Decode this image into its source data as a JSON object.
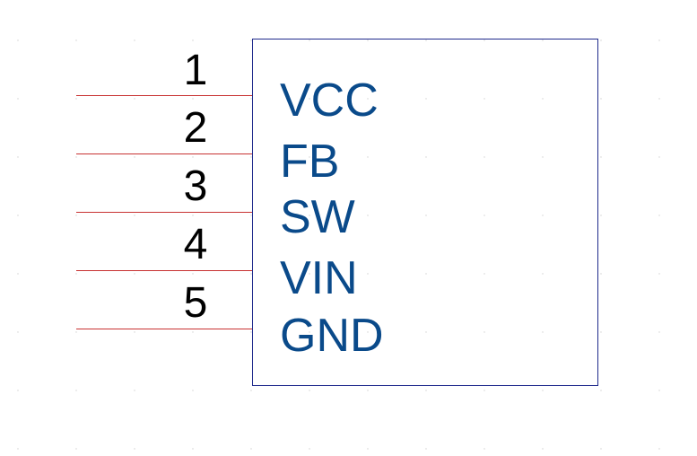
{
  "component": {
    "pins": [
      {
        "number": "1",
        "name": "VCC"
      },
      {
        "number": "2",
        "name": "FB"
      },
      {
        "number": "3",
        "name": "SW"
      },
      {
        "number": "4",
        "name": "VIN"
      },
      {
        "number": "5",
        "name": "GND"
      }
    ]
  },
  "colors": {
    "body_outline": "#1f2a8c",
    "pin_line": "#c83232",
    "pin_number": "#000000",
    "pin_name": "#0a4a8a",
    "grid_dot": "#d0d0d0"
  }
}
